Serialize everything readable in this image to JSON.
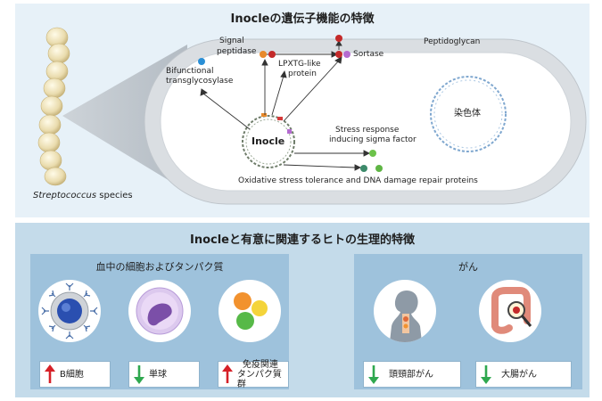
{
  "top": {
    "title": "Inocleの遺伝子機能の特徴",
    "organism_species": "Streptococcus",
    "organism_suffix": " species",
    "center_label": "Inocle",
    "labels": {
      "signal_peptidase_1": "Signal",
      "signal_peptidase_2": "peptidase",
      "lpxtg_1": "LPXTG-like",
      "lpxtg_2": "protein",
      "sortase": "Sortase",
      "peptidoglycan": "Peptidoglycan",
      "bifunctional_1": "Bifunctional",
      "bifunctional_2": "transglycosylase",
      "chromosome": "染色体",
      "stress_1": "Stress response",
      "stress_2": "inducing sigma factor",
      "oxidative": "Oxidative stress tolerance and DNA damage repair proteins"
    }
  },
  "bottom": {
    "title": "Inocleと有意に関連するヒトの生理的特徴",
    "blood": {
      "title": "血中の細胞およびタンパク質",
      "items": [
        {
          "label": "B細胞",
          "direction": "up"
        },
        {
          "label": "単球",
          "direction": "down"
        },
        {
          "label_1": "免疫関連",
          "label_2": "タンパク質群",
          "direction": "up"
        }
      ]
    },
    "cancer": {
      "title": "がん",
      "items": [
        {
          "label": "頭頸部がん",
          "direction": "down"
        },
        {
          "label": "大腸がん",
          "direction": "down"
        }
      ]
    }
  },
  "colors": {
    "up_arrow": "#d62027",
    "down_arrow": "#2fa84f",
    "top_panel": "#e7f1f8",
    "bottom_panel": "#c4dbea",
    "group_box": "#9ec2dc"
  }
}
